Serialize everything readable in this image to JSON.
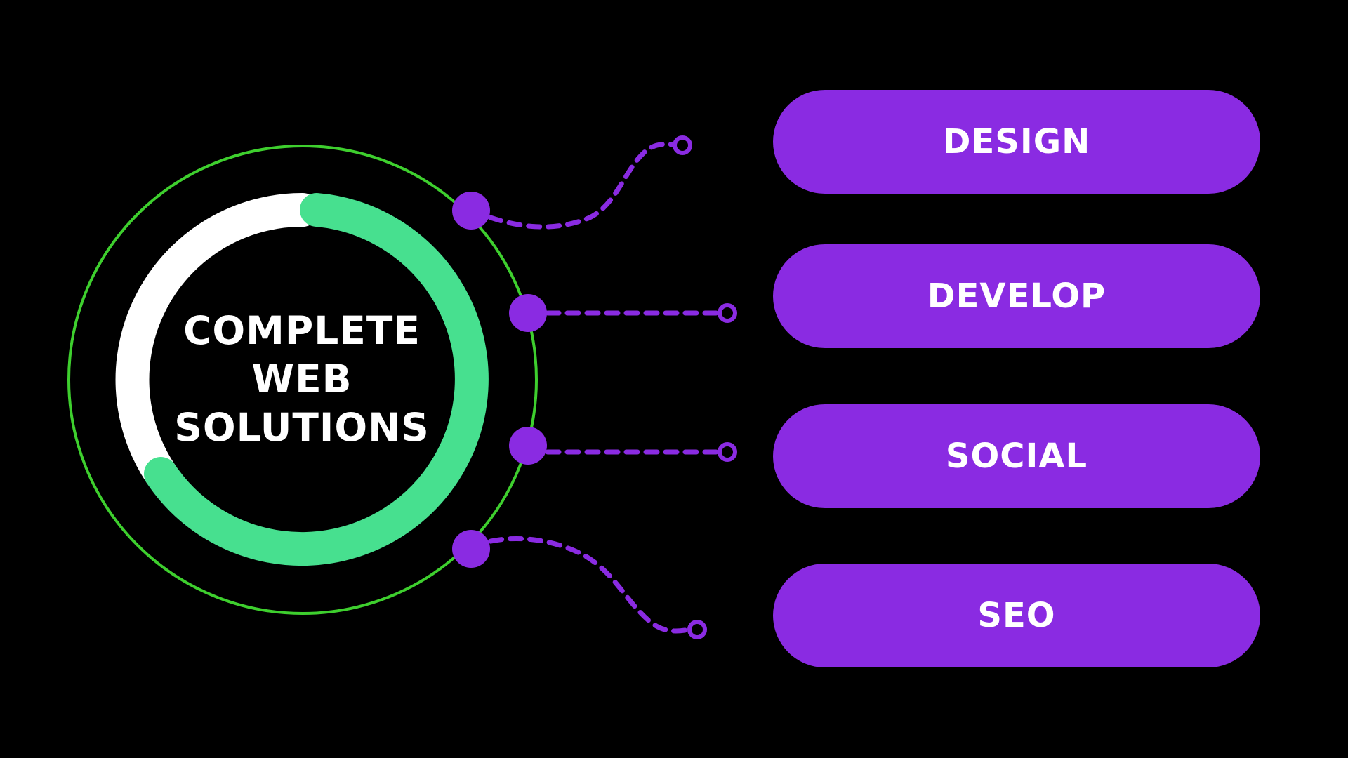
{
  "colors": {
    "background": "#000000",
    "accent_purple": "#8a2be2",
    "accent_green": "#47e08f",
    "outer_ring_green": "#3ecf2e",
    "ring_white": "#ffffff",
    "text": "#ffffff"
  },
  "hub": {
    "title_lines": [
      "COMPLETE",
      "WEB",
      "SOLUTIONS"
    ]
  },
  "services": [
    {
      "label": "DESIGN"
    },
    {
      "label": "DEVELOP"
    },
    {
      "label": "SOCIAL"
    },
    {
      "label": "SEO"
    }
  ]
}
